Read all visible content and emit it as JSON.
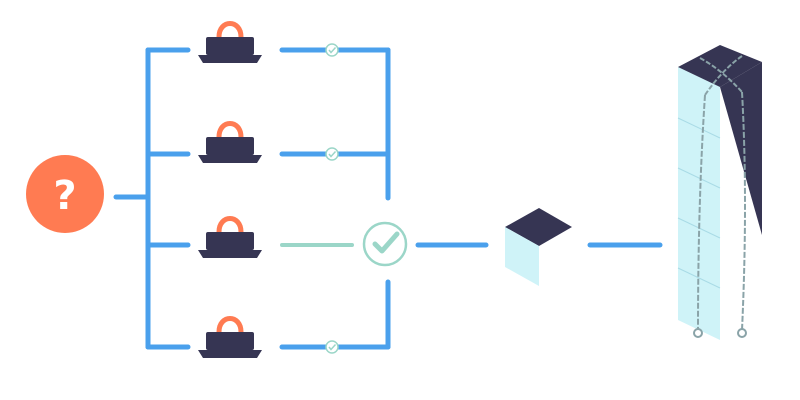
{
  "diagram": {
    "start_symbol": "?",
    "colors": {
      "line": "#4aa0ec",
      "accent": "#ff7b52",
      "dark": "#363553",
      "check": "#9bd6c8",
      "block_light": "#cff3f8",
      "block_grid": "#a9dbe6",
      "chain": "#8aa3a8"
    },
    "icons": [
      "question-mark-icon",
      "laptop-icon",
      "small-check-icon",
      "consensus-check-icon",
      "block-cube-icon",
      "chained-blockchain-icon"
    ],
    "nodes": [
      {
        "kind": "laptop",
        "verified": true
      },
      {
        "kind": "laptop",
        "verified": true
      },
      {
        "kind": "laptop",
        "verified": true
      },
      {
        "kind": "laptop",
        "verified": true
      }
    ]
  }
}
